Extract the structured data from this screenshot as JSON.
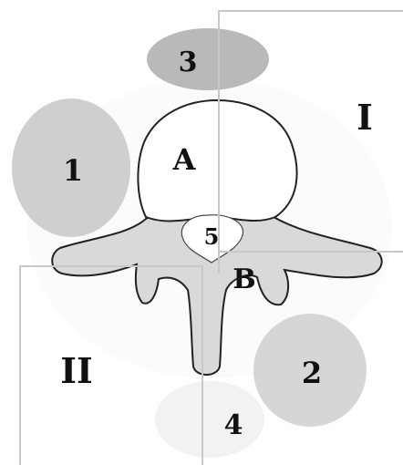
{
  "diagram": {
    "labels": {
      "zone_I": "I",
      "zone_II": "II",
      "region_1": "1",
      "region_2": "2",
      "region_3": "3",
      "region_4": "4",
      "region_5": "5",
      "part_A": "A",
      "part_B": "B"
    },
    "colors": {
      "background": "#ffffff",
      "outline": "#222222",
      "zone_border": "#c8c8c8",
      "region_1_fill": "#cfcfcf",
      "region_2_fill": "#d6d6d6",
      "region_3_fill": "#b9b9b9",
      "region_4_fill": "#f2f2f2",
      "arch_fill": "#d9d9d9",
      "body_fill": "#ffffff"
    }
  }
}
